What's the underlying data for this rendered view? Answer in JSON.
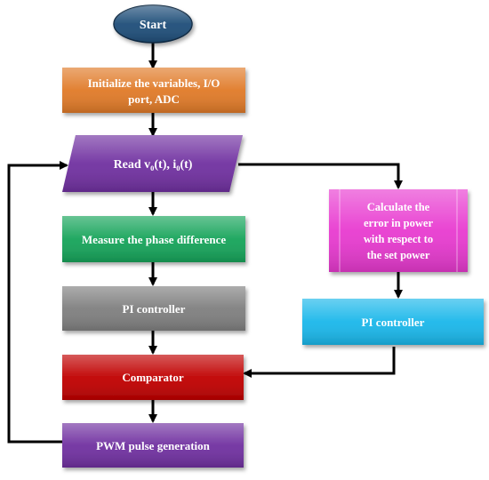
{
  "flowchart": {
    "start": {
      "label": "Start",
      "color": "#1f4e79"
    },
    "init": {
      "lines": [
        "Initialize the variables, I/O",
        "port, ADC"
      ],
      "color": "#e07a28"
    },
    "read": {
      "label": "Read v₀(t), i₀(t)",
      "color": "#7030a0"
    },
    "measure": {
      "label": "Measure the phase difference",
      "color": "#16a45a"
    },
    "pi_left": {
      "label": "PI controller",
      "color": "#7f7f7f"
    },
    "comparator": {
      "label": "Comparator",
      "color": "#c00000"
    },
    "pwm": {
      "label": "PWM pulse generation",
      "color": "#7030a0"
    },
    "calc": {
      "lines": [
        "Calculate the",
        "error in power",
        "with respect to",
        "the set power"
      ],
      "color": "#e83ad0"
    },
    "pi_right": {
      "label": "PI controller",
      "color": "#1ab7ea"
    }
  }
}
